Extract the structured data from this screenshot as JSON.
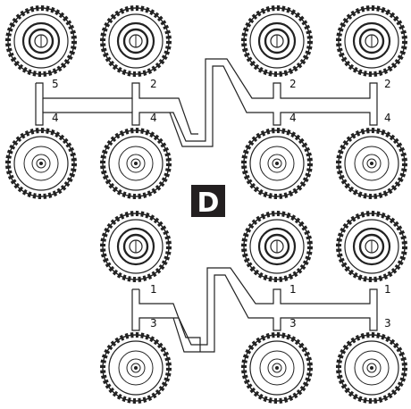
{
  "badge": {
    "text": "D",
    "color": "#231f20"
  },
  "upper_assembly": {
    "left_axle_labels": {
      "top": [
        "5",
        "2"
      ],
      "bottom": [
        "4",
        "4"
      ]
    },
    "right_axle_labels": {
      "top": [
        "2",
        "2"
      ],
      "bottom": [
        "4",
        "4"
      ]
    }
  },
  "lower_assembly": {
    "left_axle_labels": {
      "top": [
        "1"
      ],
      "bottom": [
        "3"
      ]
    },
    "right_axle_labels": {
      "top": [
        "1",
        "1"
      ],
      "bottom": [
        "3",
        "3"
      ]
    }
  },
  "tires": [
    {
      "id": "t1",
      "hub": "front-hub"
    },
    {
      "id": "t2",
      "hub": "front-hub"
    },
    {
      "id": "t3",
      "hub": "front-hub"
    },
    {
      "id": "t4",
      "hub": "front-hub"
    },
    {
      "id": "t5",
      "hub": "rear-hub"
    },
    {
      "id": "t6",
      "hub": "rear-hub"
    },
    {
      "id": "t7",
      "hub": "rear-hub"
    },
    {
      "id": "t8",
      "hub": "rear-hub"
    },
    {
      "id": "t9",
      "hub": "front-hub"
    },
    {
      "id": "t10",
      "hub": "front-hub"
    },
    {
      "id": "t11",
      "hub": "front-hub"
    },
    {
      "id": "t12",
      "hub": "rear-hub"
    },
    {
      "id": "t13",
      "hub": "rear-hub"
    },
    {
      "id": "t14",
      "hub": "rear-hub"
    }
  ]
}
